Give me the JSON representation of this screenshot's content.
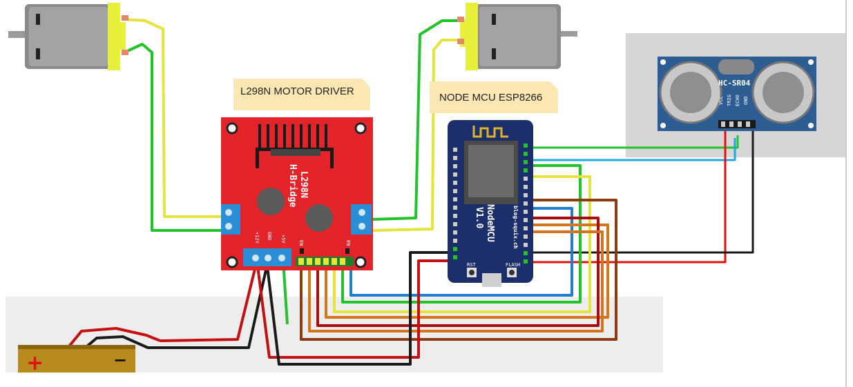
{
  "labels": {
    "motor_driver_note": "L298N MOTOR DRIVER",
    "mcu_note": "NODE MCU ESP8266"
  },
  "l298n": {
    "silkscreen_line1": "L298N",
    "silkscreen_line2": "H-Bridge",
    "pin_12v": "+12V",
    "pin_gnd": "GND",
    "pin_5v": "+5V",
    "pin_en_a": "EN",
    "pin_en_b": "EN"
  },
  "nodemcu": {
    "brand_line1": "NodeMCU",
    "brand_line2": "V1.0",
    "site": "blog-squix.ch",
    "btn_rst": "RST",
    "btn_flash": "FLASH"
  },
  "sensor": {
    "model": "HC-SR04",
    "pins": [
      "VCC",
      "TRIG",
      "ECHO",
      "GND"
    ]
  },
  "battery": {
    "positive": "+",
    "negative": "−"
  },
  "colors": {
    "board_red": "#e3242b",
    "nodemcu_blue": "#1d2f6b",
    "sensor_blue": "#2d5d93",
    "motor_yellow": "#e6f03a",
    "battery_gold": "#b68a1c",
    "wire_green": "#22c32a",
    "wire_yellow": "#e4e43a",
    "wire_red": "#e01010",
    "wire_black": "#1a1a1a",
    "wire_blue": "#1e7fd0",
    "wire_cyan": "#22a8d8",
    "wire_brown": "#8b3a12",
    "wire_orange": "#d4741c",
    "wire_darkred": "#a80e0e"
  }
}
